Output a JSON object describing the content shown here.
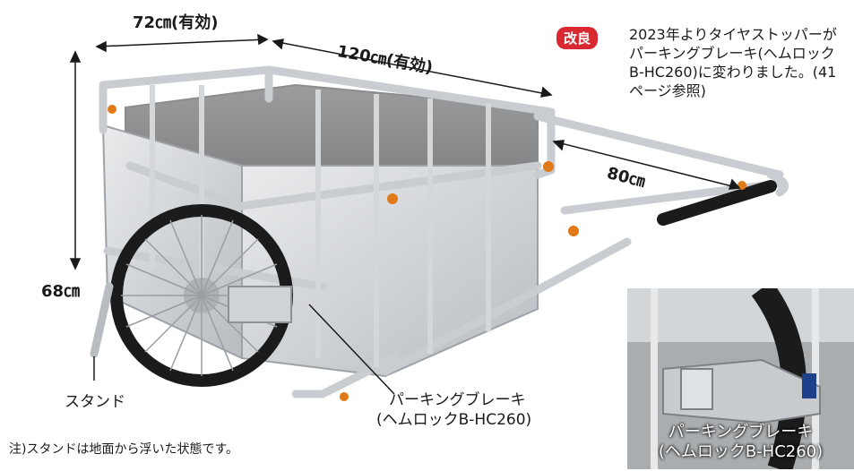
{
  "dimensions": {
    "width_effective": "72㎝(有効)",
    "length_effective": "120㎝(有効)",
    "handle_length": "80㎝",
    "height": "68㎝"
  },
  "labels": {
    "stand": "スタンド",
    "brake_line1": "パーキングブレーキ",
    "brake_line2": "(ヘムロックB-HC260)",
    "note": "注)スタンドは地面から浮いた状態です。"
  },
  "improvement": {
    "badge": "改良",
    "text": "2023年よりタイヤストッパーがパーキングブレーキ(ヘムロックB-HC260)に変わりました。(41ページ参照)"
  },
  "inset": {
    "caption_line1": "パーキングブレーキ",
    "caption_line2": "(ヘムロックB-HC260)"
  },
  "colors": {
    "badge": "#d9282f",
    "aluminum": "#c9cdd1",
    "tire": "#1b1b1b",
    "knob_orange": "#e07a17"
  }
}
